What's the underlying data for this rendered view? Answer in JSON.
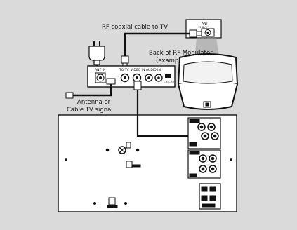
{
  "labels": {
    "rf_cable": "RF coaxial cable to TV",
    "modulator_back_1": "Back of RF Modulator",
    "modulator_back_2": "(example only)",
    "antenna_1": "Antenna or",
    "antenna_2": "Cable TV signal"
  },
  "modulator_ports": {
    "ant_in": "ANT IN",
    "to_tv": "TO TV",
    "video_in": "VIDEO IN",
    "audio_in": "AUDIO IN",
    "ch3": "CH3",
    "ch4": "CH4"
  },
  "tv": {
    "ant_label": "ANT",
    "ant_sub": "75 Ω (1\")"
  },
  "colors": {
    "background": "#dadada",
    "panel": "#ffffff",
    "stroke": "#111111"
  }
}
